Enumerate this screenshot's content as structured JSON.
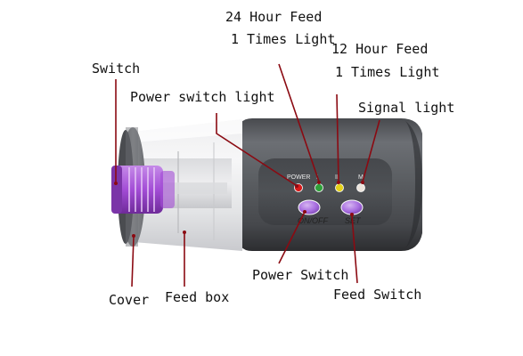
{
  "callouts": {
    "hour24_feed": "24 Hour  Feed",
    "hour24_times": "1 Times Light",
    "hour12_feed": "12 Hour  Feed",
    "hour12_times": "1 Times Light",
    "switch": "Switch",
    "power_switch_light": "Power switch light",
    "signal_light": "Signal light",
    "power_switch": "Power Switch",
    "feed_switch": "Feed Switch",
    "cover": "Cover",
    "feed_box": "Feed box"
  },
  "device": {
    "power_label": "POWER",
    "label_i": "I",
    "label_ii": "II",
    "label_m": "M",
    "onoff_label": "ON/OFF",
    "set_label": "SET"
  },
  "colors": {
    "pointer_line": "#8b0a12",
    "body": "#5a5d61",
    "button": "#a86ee0",
    "led_power": "#d81a1a",
    "led_24h": "#2fa13a",
    "led_12h": "#e5d21a",
    "led_signal": "#ece4dc",
    "knob": "#a34dd6"
  }
}
